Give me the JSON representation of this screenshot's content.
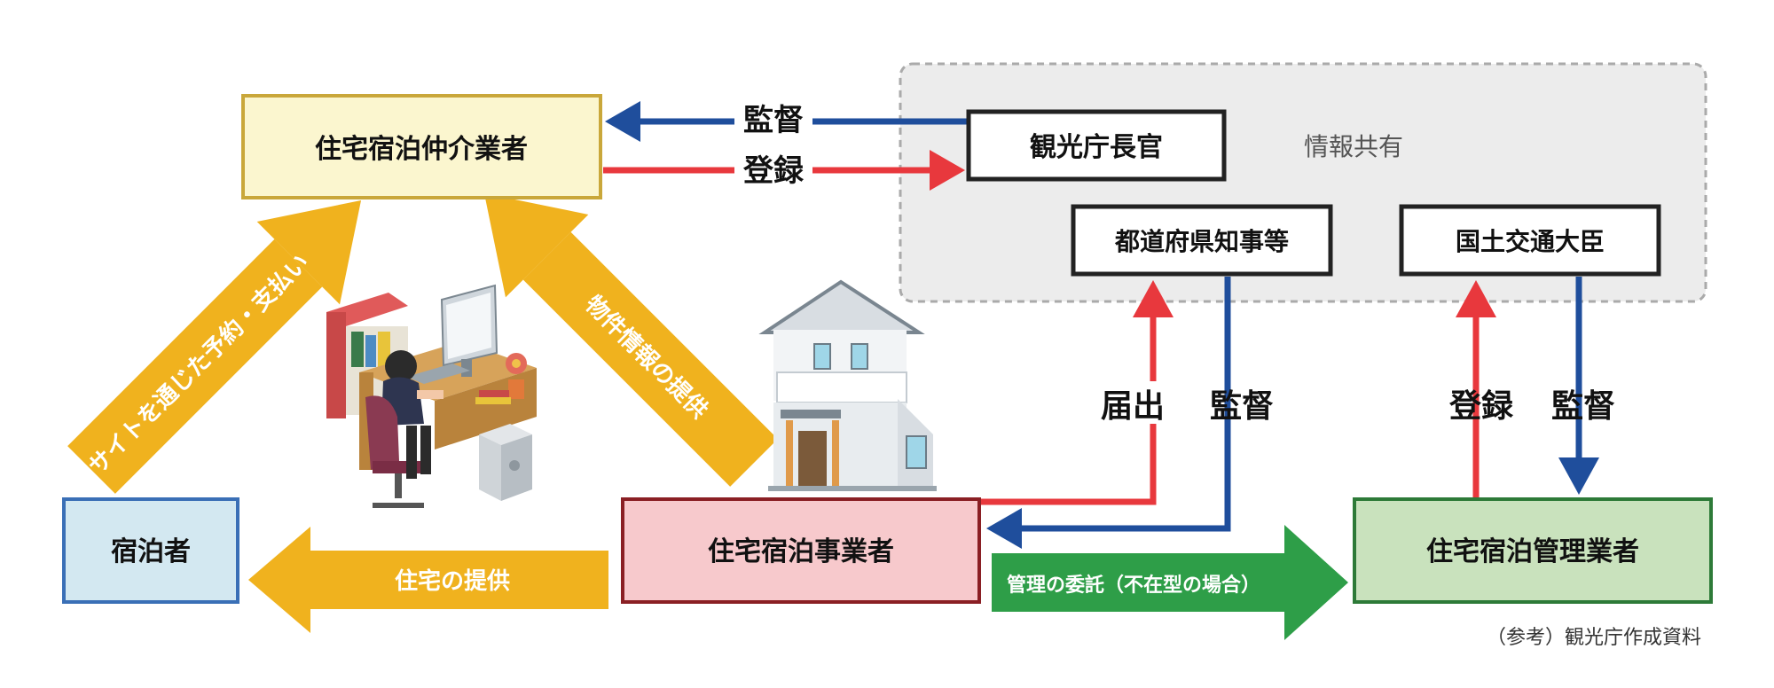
{
  "nodes": {
    "intermediary": "住宅宿泊仲介業者",
    "tourism_commissioner": "観光庁長官",
    "prefectural_governor": "都道府県知事等",
    "mlit_minister": "国土交通大臣",
    "guest": "宿泊者",
    "operator": "住宅宿泊事業者",
    "manager": "住宅宿泊管理業者"
  },
  "edges": {
    "supervise_top": "監督",
    "register_top": "登録",
    "notify": "届出",
    "supervise_pref": "監督",
    "register_mlit": "登録",
    "supervise_mlit": "監督",
    "booking_via_site": "サイトを通じた予約・支払い",
    "property_info": "物件情報の提供",
    "housing_provision": "住宅の提供",
    "management_entrust": "管理の委託（不在型の場合）"
  },
  "info_sharing": "情報共有",
  "source_note": "（参考）観光庁作成資料",
  "colors": {
    "blue_arrow": "#1f4e9c",
    "red_arrow": "#e8383d",
    "orange_arrow": "#f0b21e",
    "green_arrow": "#2e9e48",
    "intermediary_fill": "#fbf6cf",
    "intermediary_border": "#c9a73a",
    "guest_fill": "#d3e8f1",
    "guest_border": "#3a6fb6",
    "operator_fill": "#f7c9cc",
    "operator_border": "#8a1f24",
    "manager_fill": "#c9e2bd",
    "manager_border": "#2d7a38"
  }
}
